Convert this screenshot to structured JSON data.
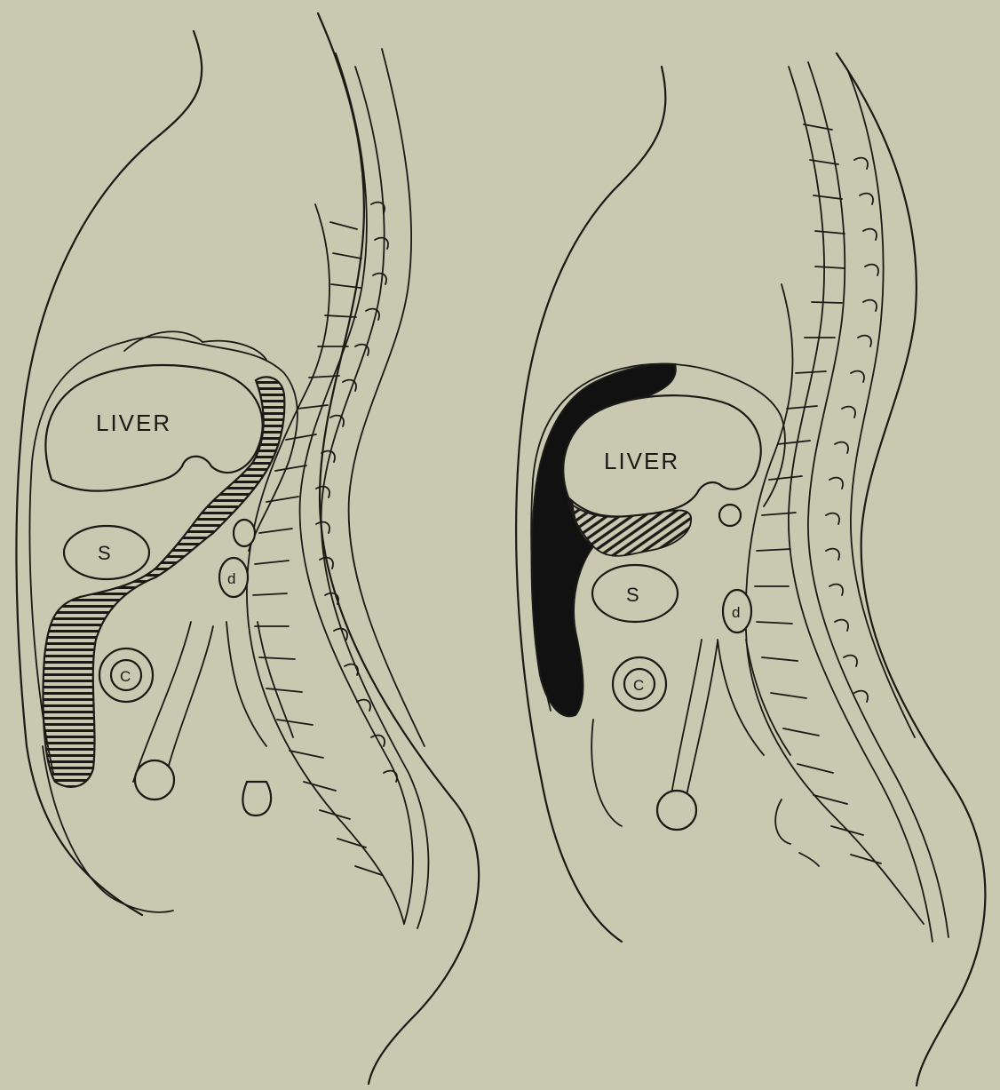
{
  "colors": {
    "paper": "#c9c8b0",
    "ink": "#1a1a16"
  },
  "left_panel": {
    "liver_label": "LIVER",
    "stomach_label": "S",
    "colon_label": "C",
    "duodenum_label": "d",
    "fluid_fill": "horizontal-hatching"
  },
  "right_panel": {
    "liver_label": "LIVER",
    "stomach_label": "S",
    "colon_label": "C",
    "duodenum_label": "d",
    "fluid_fill": "solid-black"
  }
}
